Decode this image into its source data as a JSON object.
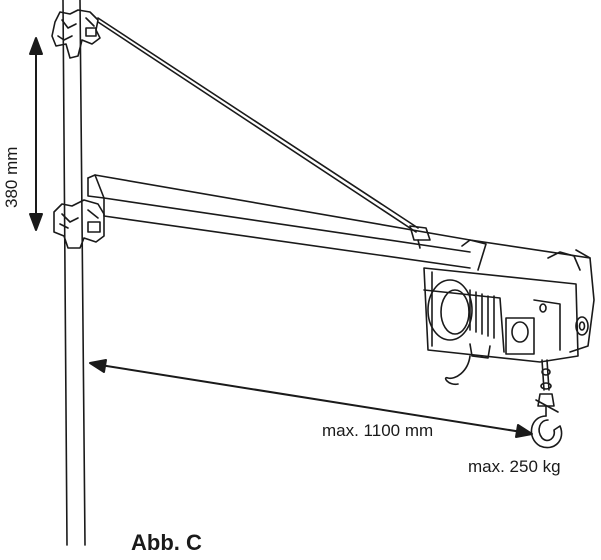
{
  "figure": {
    "label": "Abb. C",
    "height_label": "380 mm",
    "reach_label": "max. 1100 mm",
    "load_label": "max. 250 kg",
    "line_color": "#1a1a1a"
  }
}
